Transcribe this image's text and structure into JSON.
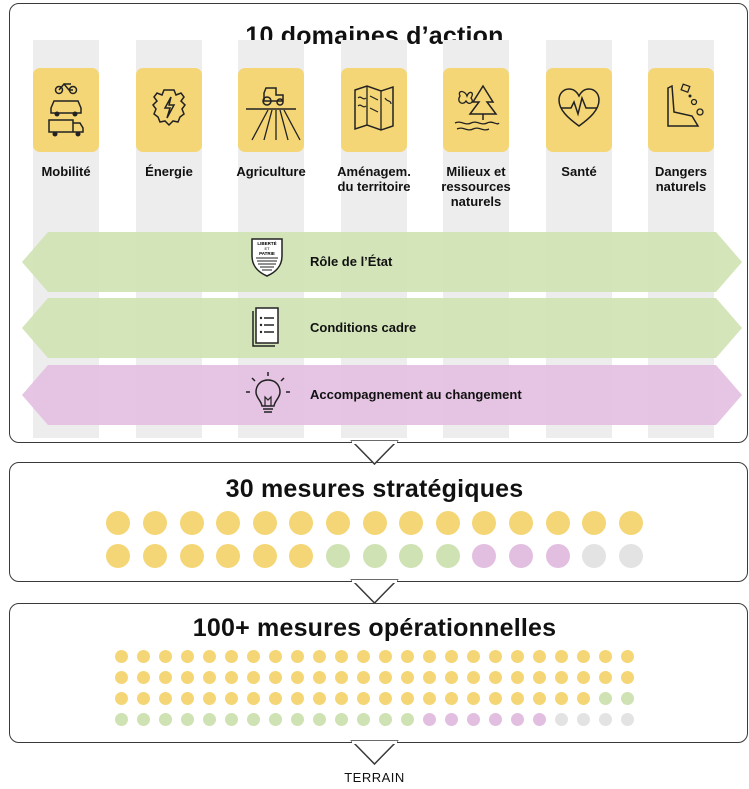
{
  "title": "10 domaines d’action",
  "domains": [
    {
      "label": "Mobilité",
      "icon": "mobility-icon"
    },
    {
      "label": "Énergie",
      "icon": "energy-icon"
    },
    {
      "label": "Agriculture",
      "icon": "agriculture-icon"
    },
    {
      "label": "Aménagem.\ndu territoire",
      "icon": "map-icon"
    },
    {
      "label": "Milieux et\nressources\nnaturels",
      "icon": "nature-icon"
    },
    {
      "label": "Santé",
      "icon": "heart-icon"
    },
    {
      "label": "Dangers\nnaturels",
      "icon": "rockfall-icon"
    }
  ],
  "bands": [
    {
      "label": "Rôle de l’État",
      "color": "#cfe2b3",
      "icon": "shield-icon"
    },
    {
      "label": "Conditions cadre",
      "color": "#cfe2b3",
      "icon": "document-icon"
    },
    {
      "label": "Accompagnement au changement",
      "color": "#e2bfe0",
      "icon": "lightbulb-icon"
    }
  ],
  "shield_text": [
    "LIBERTÉ",
    "ET",
    "PATRIE"
  ],
  "strategic": {
    "title": "30 mesures stratégiques",
    "rows": [
      [
        "Y",
        "Y",
        "Y",
        "Y",
        "Y",
        "Y",
        "Y",
        "Y",
        "Y",
        "Y",
        "Y",
        "Y",
        "Y",
        "Y",
        "Y"
      ],
      [
        "Y",
        "Y",
        "Y",
        "Y",
        "Y",
        "Y",
        "G",
        "G",
        "G",
        "G",
        "P",
        "P",
        "P",
        "L",
        "L"
      ]
    ]
  },
  "operational": {
    "title": "100+ mesures opérationnelles",
    "rows": [
      "YYYYYYYYYYYYYYYYYYYYYYYY",
      "YYYYYYYYYYYYYYYYYYYYYYYY",
      "YYYYYYYYYYYYYYYYYYYYYYGG",
      "GGGGGGGGGGGGGGPPPPPPLLLL"
    ]
  },
  "colors": {
    "Y": "#f5d676",
    "G": "#cfe2b3",
    "P": "#e2bfe0",
    "L": "#e3e3e3"
  },
  "terrain": "TERRAIN"
}
